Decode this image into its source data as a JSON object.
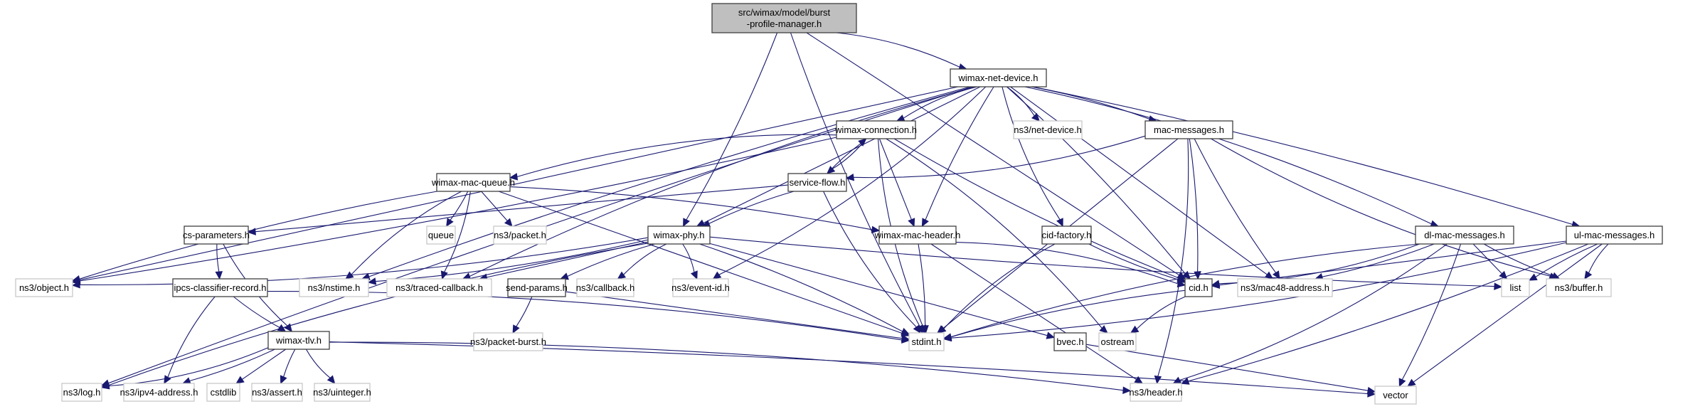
{
  "diagram": {
    "title": "src/wimax/model/burst-profile-manager.h include dependency graph",
    "colors": {
      "edge": "#191970",
      "root_fill": "#bfbfbf",
      "local_border": "#404040",
      "system_border": "#c8c8c8"
    },
    "nodes": [
      {
        "id": "root",
        "kind": "root",
        "lines": [
          "src/wimax/model/burst",
          "-profile-manager.h"
        ]
      },
      {
        "id": "wimax-net-device",
        "kind": "local",
        "lines": [
          "wimax-net-device.h"
        ]
      },
      {
        "id": "wimax-connection",
        "kind": "local",
        "lines": [
          "wimax-connection.h"
        ]
      },
      {
        "id": "ns3-net-device",
        "kind": "system",
        "lines": [
          "ns3/net-device.h"
        ]
      },
      {
        "id": "mac-messages",
        "kind": "local",
        "lines": [
          "mac-messages.h"
        ]
      },
      {
        "id": "wimax-mac-queue",
        "kind": "local",
        "lines": [
          "wimax-mac-queue.h"
        ]
      },
      {
        "id": "service-flow",
        "kind": "local",
        "lines": [
          "service-flow.h"
        ]
      },
      {
        "id": "cs-parameters",
        "kind": "local",
        "lines": [
          "cs-parameters.h"
        ]
      },
      {
        "id": "queue",
        "kind": "system",
        "lines": [
          "queue"
        ]
      },
      {
        "id": "ns3-packet",
        "kind": "system",
        "lines": [
          "ns3/packet.h"
        ]
      },
      {
        "id": "wimax-phy",
        "kind": "local",
        "lines": [
          "wimax-phy.h"
        ]
      },
      {
        "id": "wimax-mac-header",
        "kind": "local",
        "lines": [
          "wimax-mac-header.h"
        ]
      },
      {
        "id": "cid-factory",
        "kind": "local",
        "lines": [
          "cid-factory.h"
        ]
      },
      {
        "id": "dl-mac-messages",
        "kind": "local",
        "lines": [
          "dl-mac-messages.h"
        ]
      },
      {
        "id": "ul-mac-messages",
        "kind": "local",
        "lines": [
          "ul-mac-messages.h"
        ]
      },
      {
        "id": "ns3-object",
        "kind": "system",
        "lines": [
          "ns3/object.h"
        ]
      },
      {
        "id": "ipcs-classifier-record",
        "kind": "local",
        "lines": [
          "ipcs-classifier-record.h"
        ]
      },
      {
        "id": "ns3-nstime",
        "kind": "system",
        "lines": [
          "ns3/nstime.h"
        ]
      },
      {
        "id": "ns3-traced-callback",
        "kind": "system",
        "lines": [
          "ns3/traced-callback.h"
        ]
      },
      {
        "id": "send-params",
        "kind": "local",
        "lines": [
          "send-params.h"
        ]
      },
      {
        "id": "ns3-callback",
        "kind": "system",
        "lines": [
          "ns3/callback.h"
        ]
      },
      {
        "id": "ns3-event-id",
        "kind": "system",
        "lines": [
          "ns3/event-id.h"
        ]
      },
      {
        "id": "cid",
        "kind": "local",
        "lines": [
          "cid.h"
        ]
      },
      {
        "id": "ns3-mac48-address",
        "kind": "system",
        "lines": [
          "ns3/mac48-address.h"
        ]
      },
      {
        "id": "list",
        "kind": "system",
        "lines": [
          "list"
        ]
      },
      {
        "id": "ns3-buffer",
        "kind": "system",
        "lines": [
          "ns3/buffer.h"
        ]
      },
      {
        "id": "wimax-tlv",
        "kind": "local",
        "lines": [
          "wimax-tlv.h"
        ]
      },
      {
        "id": "ns3-packet-burst",
        "kind": "system",
        "lines": [
          "ns3/packet-burst.h"
        ]
      },
      {
        "id": "stdint",
        "kind": "system",
        "lines": [
          "stdint.h"
        ]
      },
      {
        "id": "bvec",
        "kind": "local",
        "lines": [
          "bvec.h"
        ]
      },
      {
        "id": "ostream",
        "kind": "system",
        "lines": [
          "ostream"
        ]
      },
      {
        "id": "ns3-log",
        "kind": "system",
        "lines": [
          "ns3/log.h"
        ]
      },
      {
        "id": "ns3-ipv4-address",
        "kind": "system",
        "lines": [
          "ns3/ipv4-address.h"
        ]
      },
      {
        "id": "cstdlib",
        "kind": "system",
        "lines": [
          "cstdlib"
        ]
      },
      {
        "id": "ns3-assert",
        "kind": "system",
        "lines": [
          "ns3/assert.h"
        ]
      },
      {
        "id": "ns3-uinteger",
        "kind": "system",
        "lines": [
          "ns3/uinteger.h"
        ]
      },
      {
        "id": "ns3-header",
        "kind": "system",
        "lines": [
          "ns3/header.h"
        ]
      },
      {
        "id": "vector",
        "kind": "system",
        "lines": [
          "vector"
        ]
      }
    ],
    "edges": [
      [
        "root",
        "wimax-net-device"
      ],
      [
        "root",
        "wimax-phy"
      ],
      [
        "root",
        "cid"
      ],
      [
        "root",
        "stdint"
      ],
      [
        "wimax-net-device",
        "wimax-connection"
      ],
      [
        "wimax-net-device",
        "ns3-net-device"
      ],
      [
        "wimax-net-device",
        "mac-messages"
      ],
      [
        "wimax-net-device",
        "wimax-phy"
      ],
      [
        "wimax-net-device",
        "wimax-mac-header"
      ],
      [
        "wimax-net-device",
        "cid-factory"
      ],
      [
        "wimax-net-device",
        "dl-mac-messages"
      ],
      [
        "wimax-net-device",
        "ul-mac-messages"
      ],
      [
        "wimax-net-device",
        "ns3-object"
      ],
      [
        "wimax-net-device",
        "ns3-nstime"
      ],
      [
        "wimax-net-device",
        "ns3-traced-callback"
      ],
      [
        "wimax-net-device",
        "ns3-event-id"
      ],
      [
        "wimax-net-device",
        "cid"
      ],
      [
        "wimax-net-device",
        "ns3-mac48-address"
      ],
      [
        "wimax-net-device",
        "ns3-log"
      ],
      [
        "wimax-connection",
        "wimax-mac-queue"
      ],
      [
        "wimax-connection",
        "service-flow"
      ],
      [
        "wimax-connection",
        "ns3-object"
      ],
      [
        "wimax-connection",
        "wimax-mac-header"
      ],
      [
        "wimax-connection",
        "cid"
      ],
      [
        "wimax-connection",
        "stdint"
      ],
      [
        "wimax-connection",
        "ostream"
      ],
      [
        "service-flow",
        "wimax-connection"
      ],
      [
        "service-flow",
        "cs-parameters"
      ],
      [
        "service-flow",
        "wimax-phy"
      ],
      [
        "service-flow",
        "stdint"
      ],
      [
        "mac-messages",
        "service-flow"
      ],
      [
        "mac-messages",
        "cid"
      ],
      [
        "mac-messages",
        "stdint"
      ],
      [
        "mac-messages",
        "ns3-mac48-address"
      ],
      [
        "mac-messages",
        "ns3-buffer"
      ],
      [
        "mac-messages",
        "ns3-header"
      ],
      [
        "wimax-mac-queue",
        "queue"
      ],
      [
        "wimax-mac-queue",
        "ns3-packet"
      ],
      [
        "wimax-mac-queue",
        "ns3-object"
      ],
      [
        "wimax-mac-queue",
        "ns3-nstime"
      ],
      [
        "wimax-mac-queue",
        "ns3-traced-callback"
      ],
      [
        "wimax-mac-queue",
        "wimax-mac-header"
      ],
      [
        "wimax-mac-queue",
        "stdint"
      ],
      [
        "cs-parameters",
        "ipcs-classifier-record"
      ],
      [
        "cs-parameters",
        "wimax-tlv"
      ],
      [
        "wimax-phy",
        "ns3-object"
      ],
      [
        "wimax-phy",
        "ns3-nstime"
      ],
      [
        "wimax-phy",
        "ns3-traced-callback"
      ],
      [
        "wimax-phy",
        "send-params"
      ],
      [
        "wimax-phy",
        "ns3-callback"
      ],
      [
        "wimax-phy",
        "ns3-event-id"
      ],
      [
        "wimax-phy",
        "stdint"
      ],
      [
        "wimax-phy",
        "bvec"
      ],
      [
        "wimax-phy",
        "list"
      ],
      [
        "wimax-phy",
        "ns3-log"
      ],
      [
        "wimax-mac-header",
        "cid"
      ],
      [
        "wimax-mac-header",
        "stdint"
      ],
      [
        "wimax-mac-header",
        "ns3-header"
      ],
      [
        "cid-factory",
        "cid"
      ],
      [
        "cid-factory",
        "stdint"
      ],
      [
        "dl-mac-messages",
        "cid"
      ],
      [
        "dl-mac-messages",
        "ns3-mac48-address"
      ],
      [
        "dl-mac-messages",
        "list"
      ],
      [
        "dl-mac-messages",
        "ns3-buffer"
      ],
      [
        "dl-mac-messages",
        "stdint"
      ],
      [
        "dl-mac-messages",
        "ns3-header"
      ],
      [
        "dl-mac-messages",
        "vector"
      ],
      [
        "ul-mac-messages",
        "cid"
      ],
      [
        "ul-mac-messages",
        "list"
      ],
      [
        "ul-mac-messages",
        "ns3-buffer"
      ],
      [
        "ul-mac-messages",
        "stdint"
      ],
      [
        "ul-mac-messages",
        "ns3-header"
      ],
      [
        "ul-mac-messages",
        "vector"
      ],
      [
        "ipcs-classifier-record",
        "wimax-tlv"
      ],
      [
        "ipcs-classifier-record",
        "ns3-ipv4-address"
      ],
      [
        "ipcs-classifier-record",
        "stdint"
      ],
      [
        "send-params",
        "ns3-packet-burst"
      ],
      [
        "send-params",
        "stdint"
      ],
      [
        "cid",
        "stdint"
      ],
      [
        "cid",
        "ostream"
      ],
      [
        "wimax-tlv",
        "ns3-log"
      ],
      [
        "wimax-tlv",
        "ns3-ipv4-address"
      ],
      [
        "wimax-tlv",
        "cstdlib"
      ],
      [
        "wimax-tlv",
        "ns3-assert"
      ],
      [
        "wimax-tlv",
        "ns3-uinteger"
      ],
      [
        "wimax-tlv",
        "ns3-header"
      ],
      [
        "wimax-tlv",
        "vector"
      ],
      [
        "bvec",
        "vector"
      ]
    ]
  }
}
